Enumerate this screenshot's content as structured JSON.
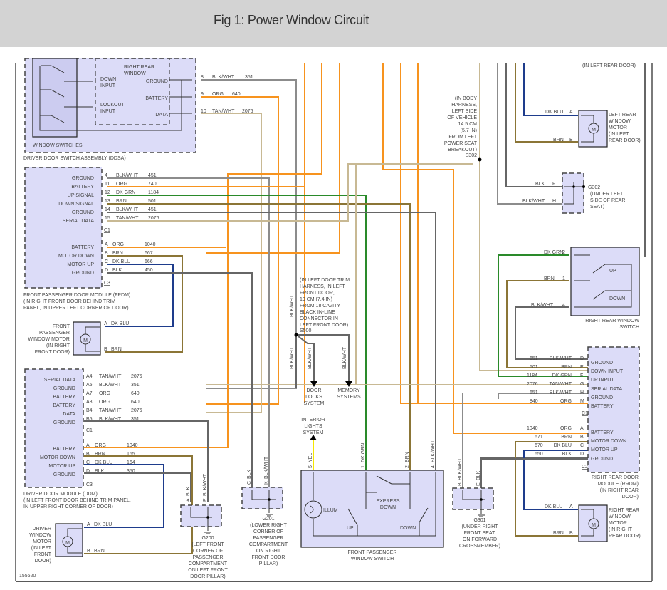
{
  "header": {
    "title": "Fig 1: Power Window Circuit"
  },
  "figure_id": "155620",
  "ddsa": {
    "name": "DRIVER DOOR SWITCH ASSEMBLY (DDSA)",
    "window_switches": "WINDOW SWITCHES",
    "right_rear_window": [
      "RIGHT REAR",
      "WINDOW"
    ],
    "down_input": [
      "DOWN",
      "INPUT"
    ],
    "lockout_input": [
      "LOCKOUT",
      "INPUT"
    ],
    "pins": [
      {
        "label": "GROUND",
        "pin": "8",
        "color": "BLK/WHT",
        "circuit": "351"
      },
      {
        "label": "BATTERY",
        "pin": "9",
        "color": "ORG",
        "circuit": "640"
      },
      {
        "label": "DATA",
        "pin": "10",
        "color": "TAN/WHT",
        "circuit": "2076"
      }
    ]
  },
  "fpdm": {
    "name": [
      "FRONT PASSENGER DOOR MODULE (FPDM)",
      "(IN RIGHT FRONT DOOR BEHIND TRIM",
      "PANEL, IN UPPER LEFT CORNER OF DOOR)"
    ],
    "c1": "C1",
    "c3": "C3",
    "c1_pins": [
      {
        "label": "GROUND",
        "pin": "4",
        "color": "BLK/WHT",
        "circuit": "451"
      },
      {
        "label": "BATTERY",
        "pin": "11",
        "color": "ORG",
        "circuit": "740"
      },
      {
        "label": "UP SIGNAL",
        "pin": "12",
        "color": "DK GRN",
        "circuit": "1184"
      },
      {
        "label": "DOWN SIGNAL",
        "pin": "13",
        "color": "BRN",
        "circuit": "501"
      },
      {
        "label": "GROUND",
        "pin": "14",
        "color": "BLK/WHT",
        "circuit": "451"
      },
      {
        "label": "SERIAL DATA",
        "pin": "15",
        "color": "TAN/WHT",
        "circuit": "2076"
      }
    ],
    "c3_pins": [
      {
        "label": "BATTERY",
        "pin": "A",
        "color": "ORG",
        "circuit": "1040"
      },
      {
        "label": "MOTOR DOWN",
        "pin": "B",
        "color": "BRN",
        "circuit": "667"
      },
      {
        "label": "MOTOR UP",
        "pin": "C",
        "color": "DK BLU",
        "circuit": "666"
      },
      {
        "label": "GROUND",
        "pin": "D",
        "color": "BLK",
        "circuit": "450"
      }
    ]
  },
  "fp_motor": {
    "name": [
      "FRONT",
      "PASSENGER",
      "WINDOW MOTOR",
      "(IN RIGHT",
      "FRONT DOOR)"
    ],
    "symbol": "M",
    "pins": [
      {
        "pin": "A",
        "color": "DK BLU"
      },
      {
        "pin": "B",
        "color": "BRN"
      }
    ]
  },
  "ddm": {
    "name": [
      "DRIVER DOOR MODULE (DDM)",
      "(IN LEFT FRONT DOOR BEHIND TRIM PANEL,",
      "IN UPPER RIGHT CORNER OF DOOR)"
    ],
    "c1": "C1",
    "c3": "C3",
    "c1_pins": [
      {
        "label": "SERIAL DATA",
        "pin": "A4",
        "color": "TAN/WHT",
        "circuit": "2076"
      },
      {
        "label": "GROUND",
        "pin": "A5",
        "color": "BLK/WHT",
        "circuit": "351"
      },
      {
        "label": "BATTERY",
        "pin": "A7",
        "color": "ORG",
        "circuit": "640"
      },
      {
        "label": "BATTERY",
        "pin": "A8",
        "color": "ORG",
        "circuit": "640"
      },
      {
        "label": "DATA",
        "pin": "B4",
        "color": "TAN/WHT",
        "circuit": "2076"
      },
      {
        "label": "GROUND",
        "pin": "B5",
        "color": "BLK/WHT",
        "circuit": "351"
      }
    ],
    "c3_pins": [
      {
        "label": "BATTERY",
        "pin": "A",
        "color": "ORG",
        "circuit": "1040"
      },
      {
        "label": "MOTOR DOWN",
        "pin": "B",
        "color": "BRN",
        "circuit": "165"
      },
      {
        "label": "MOTOR UP",
        "pin": "C",
        "color": "DK BLU",
        "circuit": "164"
      },
      {
        "label": "GROUND",
        "pin": "D",
        "color": "BLK",
        "circuit": "350"
      }
    ]
  },
  "driver_motor": {
    "name": [
      "DRIVER",
      "WINDOW",
      "MOTOR",
      "(IN LEFT",
      "FRONT",
      "DOOR)"
    ],
    "symbol": "M",
    "pins": [
      {
        "pin": "A",
        "color": "DK BLU"
      },
      {
        "pin": "B",
        "color": "BRN"
      }
    ]
  },
  "g200": {
    "id": "G200",
    "desc": [
      "(LEFT FRONT",
      "CORNER OF",
      "PASSENGER",
      "COMPARTMENT",
      "ON LEFT FRONT",
      "DOOR PILLAR)"
    ],
    "pins": [
      {
        "pin": "A",
        "color": "BLK"
      },
      {
        "pin": "E",
        "color": "BLK/WHT"
      }
    ]
  },
  "g201": {
    "id": "G201",
    "desc": [
      "(LOWER RIGHT",
      "CORNER OF",
      "PASSENGER",
      "COMPARTMENT",
      "ON RIGHT",
      "FRONT DOOR",
      "PILLAR)"
    ],
    "pins": [
      {
        "pin": "C",
        "color": "BLK"
      },
      {
        "pin": "K",
        "color": "BLK/WHT"
      }
    ]
  },
  "s500": {
    "id": "S500",
    "desc": [
      "(IN LEFT DOOR TRIM",
      "HARNESS, IN LEFT",
      "FRONT DOOR,",
      "19 CM (7.4 IN)",
      "FROM 18 CAVITY",
      "BLACK IN-LINE",
      "CONNECTOR IN",
      "LEFT FRONT DOOR)"
    ],
    "wire_color": "BLK/WHT",
    "door_locks": [
      "DOOR",
      "LOCKS",
      "SYSTEM"
    ],
    "memory": [
      "MEMORY",
      "SYSTEMS"
    ]
  },
  "s302": {
    "id": "S302",
    "desc": [
      "(IN BODY",
      "HARNESS,",
      "LEFT SIDE",
      "OF VEHICLE",
      "14.5 CM",
      "(5.7 IN)",
      "FROM LEFT",
      "POWER SEAT",
      "BREAKOUT)"
    ]
  },
  "fp_switch": {
    "name": [
      "FRONT PASSENGER",
      "WINDOW SWITCH"
    ],
    "illum": "ILLUM",
    "express_down": [
      "EXPRESS",
      "DOWN"
    ],
    "up": "UP",
    "down": "DOWN",
    "interior_lights": [
      "INTERIOR",
      "LIGHTS",
      "SYSTEM"
    ],
    "pins": [
      {
        "pin": "5",
        "color": "YEL"
      },
      {
        "pin": "1",
        "color": "DK GRN"
      },
      {
        "pin": "2",
        "color": "BRN"
      },
      {
        "pin": "4",
        "color": "BLK/WHT"
      }
    ]
  },
  "g301": {
    "id": "G301",
    "desc": [
      "(UNDER RIGHT",
      "FRONT SEAT,",
      "ON FORWARD",
      "CROSSMEMBER)"
    ],
    "pins": [
      {
        "pin": "B",
        "color": "BLK/WHT"
      },
      {
        "pin": "E",
        "color": "BLK"
      }
    ]
  },
  "lr_motor": {
    "top_note": "(IN LEFT REAR DOOR)",
    "name": [
      "LEFT REAR",
      "WINDOW",
      "MOTOR",
      "(IN LEFT",
      "REAR DOOR)"
    ],
    "symbol": "M",
    "pins": [
      {
        "pin": "A",
        "color": "DK BLU"
      },
      {
        "pin": "B",
        "color": "BRN"
      }
    ]
  },
  "g302": {
    "id": "G302",
    "desc": [
      "(UNDER LEFT",
      "SIDE OF REAR",
      "SEAT)"
    ],
    "pins": [
      {
        "pin": "F",
        "color": "BLK"
      },
      {
        "pin": "H",
        "color": "BLK/WHT"
      }
    ]
  },
  "rr_switch": {
    "name": [
      "RIGHT REAR WINDOW",
      "SWITCH"
    ],
    "up": "UP",
    "down": "DOWN",
    "pins": [
      {
        "pin": "2",
        "color": "DK GRN"
      },
      {
        "pin": "1",
        "color": "BRN"
      },
      {
        "pin": "4",
        "color": "BLK/WHT"
      }
    ]
  },
  "rrdm": {
    "name": [
      "RIGHT REAR DOOR",
      "MODULE (RRDM)",
      "(IN RIGHT REAR",
      "DOOR)"
    ],
    "c1": "C1",
    "c2": "C2",
    "c1_pins": [
      {
        "label": "GROUND",
        "pin": "D",
        "color": "BLK/WHT",
        "circuit": "651"
      },
      {
        "label": "DOWN INPUT",
        "pin": "E",
        "color": "BRN",
        "circuit": "501"
      },
      {
        "label": "UP INPUT",
        "pin": "F",
        "color": "DK GRN",
        "circuit": "1184"
      },
      {
        "label": "SERIAL DATA",
        "pin": "G",
        "color": "TAN/WHT",
        "circuit": "2076"
      },
      {
        "label": "GROUND",
        "pin": "H",
        "color": "BLK/WHT",
        "circuit": "651"
      },
      {
        "label": "BATTERY",
        "pin": "M",
        "color": "ORG",
        "circuit": "840"
      }
    ],
    "c2_pins": [
      {
        "label": "BATTERY",
        "pin": "A",
        "color": "ORG",
        "circuit": "1040"
      },
      {
        "label": "MOTOR DOWN",
        "pin": "B",
        "color": "BRN",
        "circuit": "671"
      },
      {
        "label": "MOTOR UP",
        "pin": "C",
        "color": "DK BLU",
        "circuit": "670"
      },
      {
        "label": "GROUND",
        "pin": "D",
        "color": "BLK",
        "circuit": "650"
      }
    ]
  },
  "rr_motor": {
    "name": [
      "RIGHT REAR",
      "WINDOW",
      "MOTOR",
      "(IN RIGHT",
      "REAR DOOR)"
    ],
    "symbol": "M",
    "pins": [
      {
        "pin": "A",
        "color": "DK BLU"
      },
      {
        "pin": "B",
        "color": "BRN"
      }
    ]
  },
  "wire_colors": {
    "ORG": "#f7931e",
    "DK GRN": "#2a8a2a",
    "BRN": "#8b7536",
    "DK BLU": "#1e3c8c",
    "BLK": "#666666",
    "BLK/WHT": "#8c8c8c",
    "TAN/WHT": "#c8b994",
    "YEL": "#f5e600"
  }
}
